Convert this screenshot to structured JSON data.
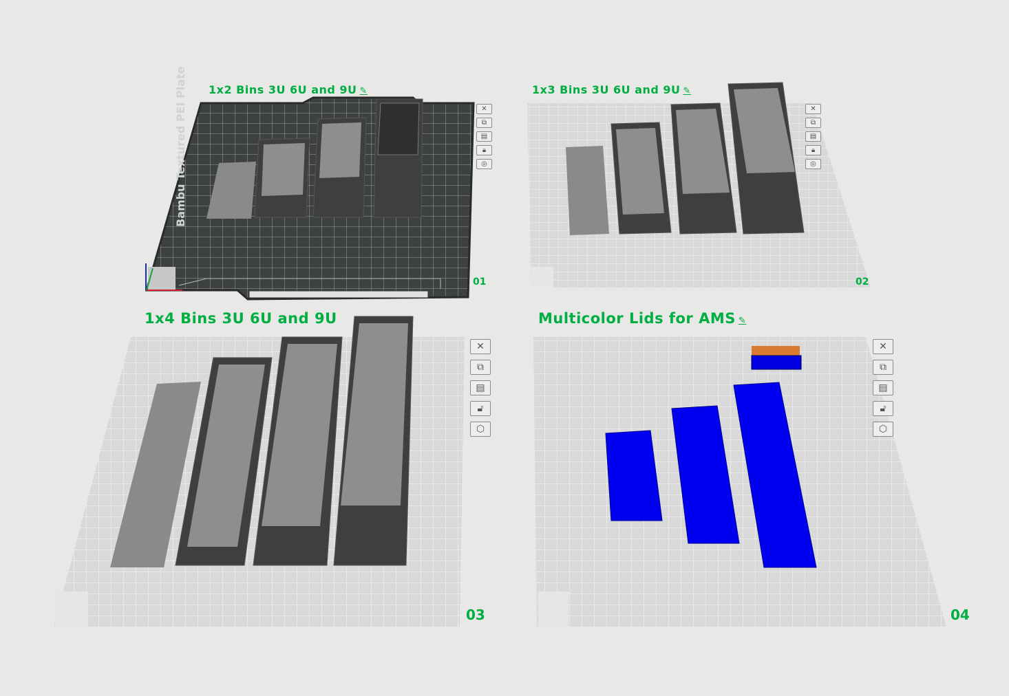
{
  "plates": [
    {
      "number": "01",
      "title": "1x2 Bins 3U 6U and 9U",
      "bed_label": "Bambu Textured PEI Plate",
      "bed_color": "#3d4240"
    },
    {
      "number": "02",
      "title": "1x3 Bins 3U 6U and 9U",
      "bed_color": "#d9d9d9"
    },
    {
      "number": "03",
      "title": "1x4 Bins 3U 6U and 9U",
      "bed_color": "#d9d9d9"
    },
    {
      "number": "04",
      "title": "Multicolor Lids for AMS",
      "bed_color": "#d9d9d9"
    }
  ],
  "plate_icons": [
    "close-icon",
    "auto-arrange-icon",
    "plate-settings-icon",
    "lock-icon",
    "orient-icon"
  ],
  "colors": {
    "accent": "#00ae42",
    "object_gray": "#3f3f3f",
    "lid_blue": "#0000f0",
    "lid_orange": "#d87a30"
  }
}
